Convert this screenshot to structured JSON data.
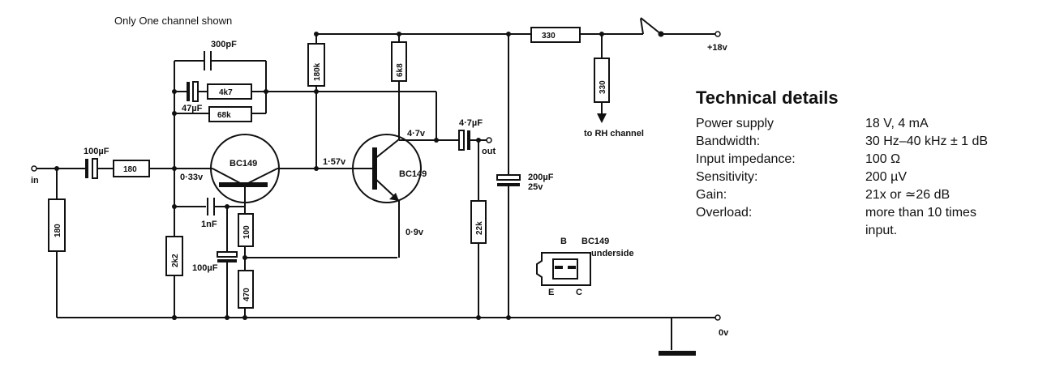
{
  "diagram": {
    "note": "Only One channel shown",
    "in_label": "in",
    "out_label": "out",
    "supply_label": "+18v",
    "ground_label": "0v",
    "rh_label": "to RH channel",
    "resistors": {
      "r_in_series": "180",
      "r_in_shunt": "180",
      "r_4k7": "4k7",
      "r_68k": "68k",
      "r_180k": "180k",
      "r_6k8": "6k8",
      "r_2k2": "2k2",
      "r_100": "100",
      "r_470": "470",
      "r_22k": "22k",
      "r_330_top": "330",
      "r_330_rh": "330"
    },
    "capacitors": {
      "c_in": "100µF",
      "c_300p": "300pF",
      "c_47u": "47µF",
      "c_1n": "1nF",
      "c_100u": "100µF",
      "c_out": "4·7µF",
      "c_supply": "200µF",
      "c_supply_v": "25v"
    },
    "transistors": {
      "q1": "BC149",
      "q2": "BC149"
    },
    "voltages": {
      "v1": "0·33v",
      "v2": "1·57v",
      "v3": "4·7v",
      "v4": "0·9v"
    },
    "pinout": {
      "title": "BC149",
      "subtitle": "underside",
      "b": "B",
      "e": "E",
      "c": "C"
    }
  },
  "details": {
    "title": "Technical details",
    "rows": [
      {
        "key": "Power supply",
        "value": "18 V, 4 mA"
      },
      {
        "key": "Bandwidth:",
        "value": "30 Hz–40 kHz ± 1 dB"
      },
      {
        "key": "Input impedance:",
        "value": "100 Ω"
      },
      {
        "key": "Sensitivity:",
        "value": "200 µV"
      },
      {
        "key": "Gain:",
        "value": "21x or ≃26 dB"
      },
      {
        "key": "Overload:",
        "value": "more than 10 times"
      },
      {
        "key": "",
        "value": "input."
      }
    ]
  }
}
